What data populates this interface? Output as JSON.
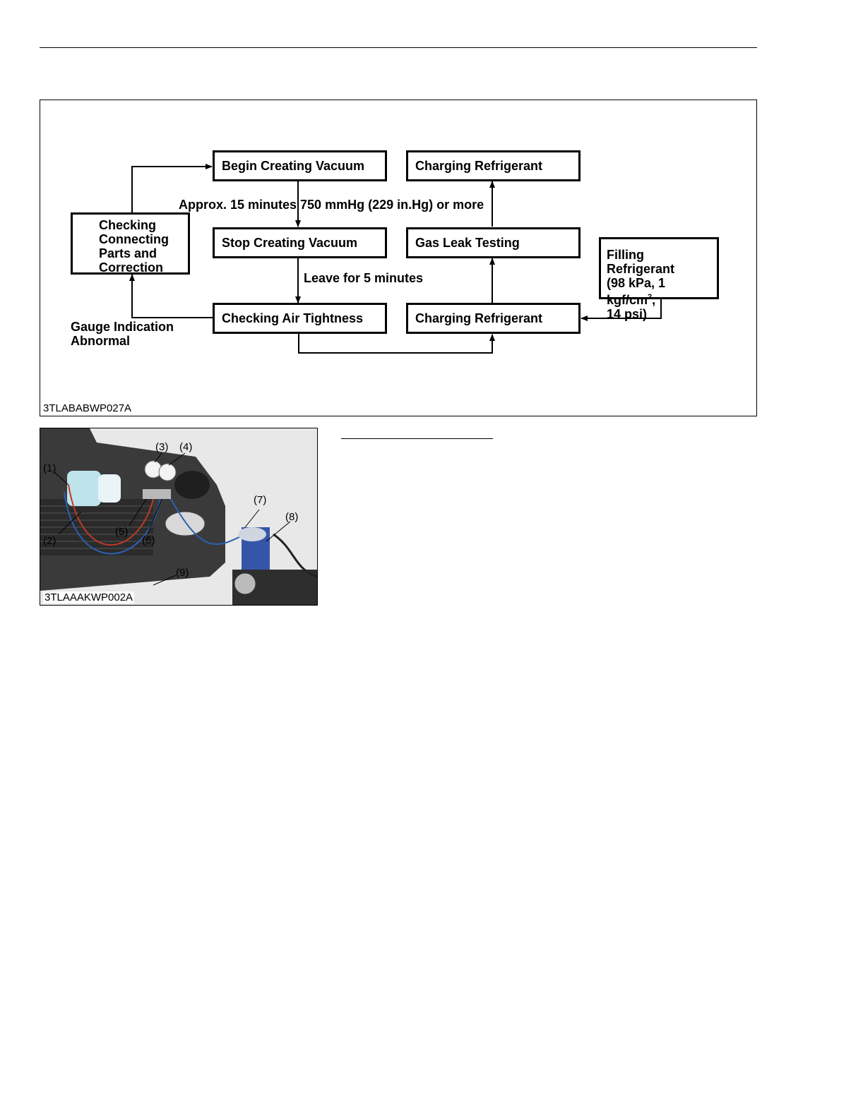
{
  "flowchart": {
    "begin_vacuum": "Begin Creating Vacuum",
    "charging_top": "Charging Refrigerant",
    "approx_label": "Approx. 15 minutes 750 mmHg (229 in.Hg) or more",
    "checking_parts": [
      "Checking",
      "Connecting",
      "Parts and",
      "Correction"
    ],
    "stop_vacuum": "Stop Creating Vacuum",
    "gas_leak": "Gas Leak Testing",
    "filling": {
      "line1": "Filling Refrigerant",
      "line2_a": "(98 kPa, 1 kgf/cm",
      "line2_sup": "2",
      "line2_b": ",",
      "line3": "14 psi)"
    },
    "leave_label": "Leave for 5 minutes",
    "air_tightness": "Checking Air Tightness",
    "charging_bottom": "Charging Refrigerant",
    "gauge_label": [
      "Gauge Indication",
      "Abnormal"
    ],
    "figure_code": "3TLABABWP027A"
  },
  "photo": {
    "callouts": [
      "(1)",
      "(2)",
      "(3)",
      "(4)",
      "(5)",
      "(6)",
      "(7)",
      "(8)",
      "(9)"
    ],
    "figure_code": "3TLAAAKWP002A"
  }
}
